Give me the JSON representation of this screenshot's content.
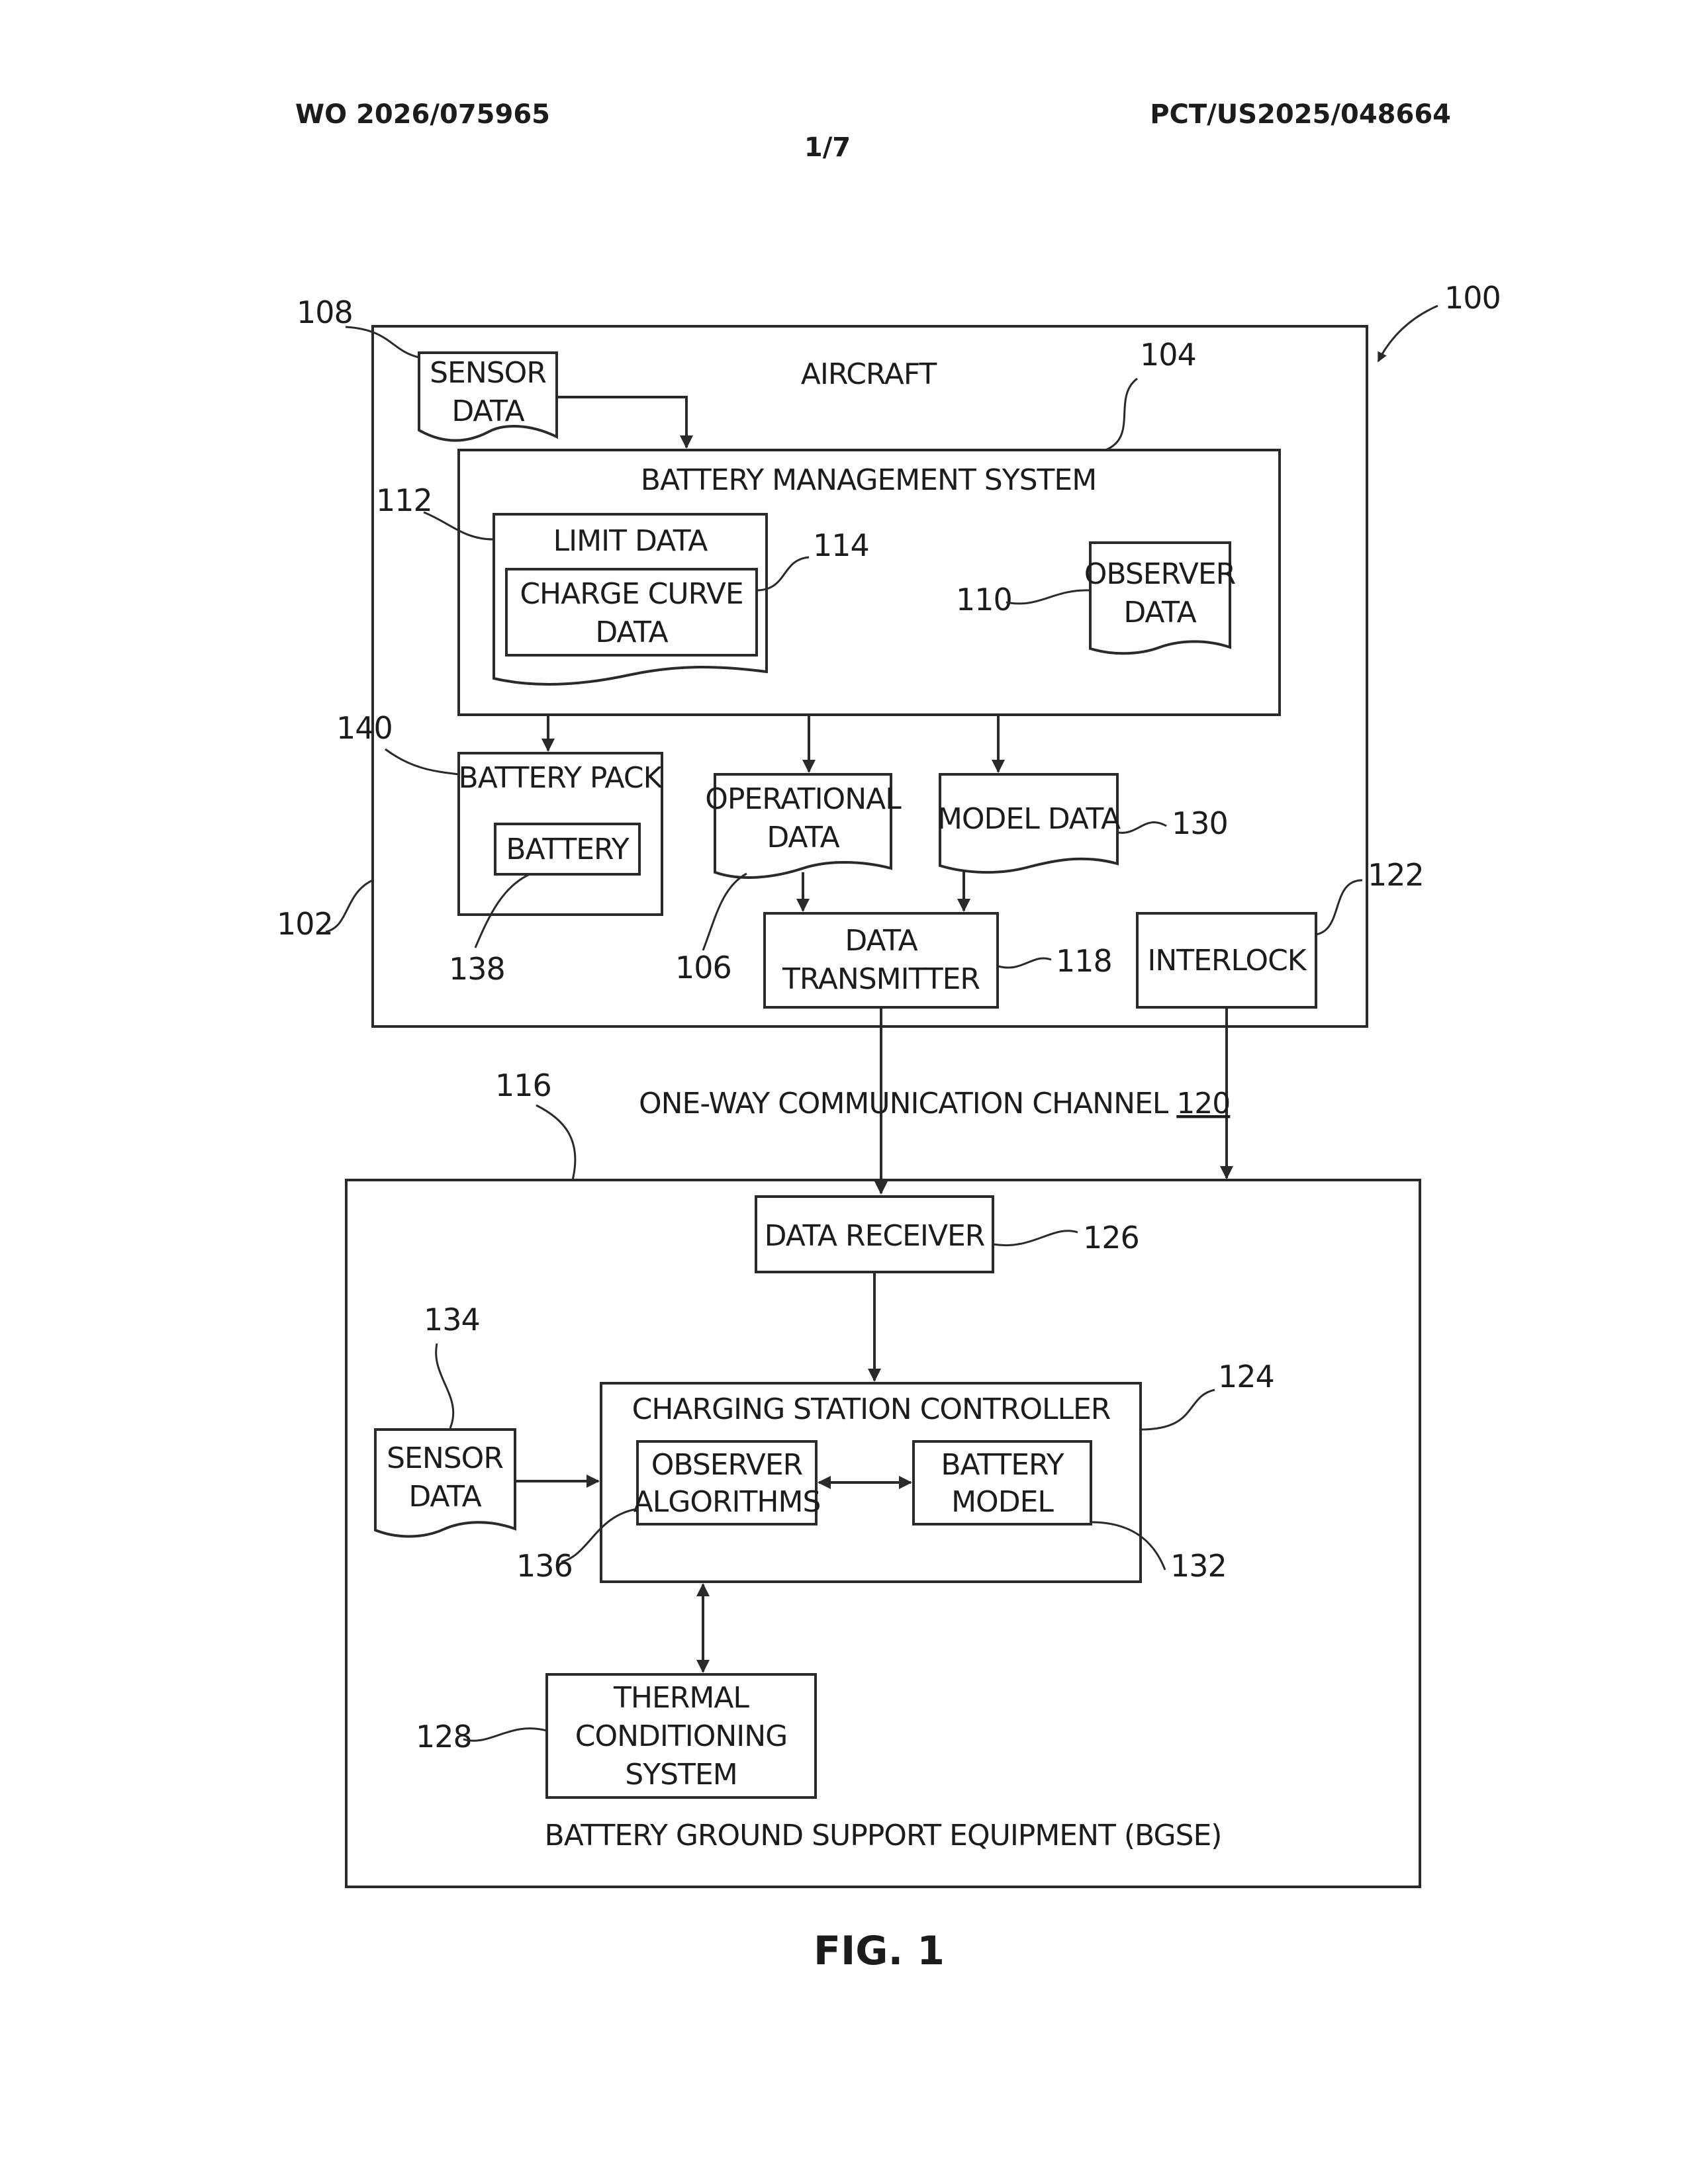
{
  "header": {
    "publication_number": "WO 2026/075965",
    "application_number": "PCT/US2025/048664",
    "sheet": "1/7"
  },
  "figure_label": "FIG. 1",
  "figure_ref": "100",
  "aircraft": {
    "title": "AIRCRAFT",
    "ref": "102",
    "sensor_data": {
      "line1": "SENSOR",
      "line2": "DATA",
      "ref": "108"
    },
    "bms": {
      "title": "BATTERY MANAGEMENT SYSTEM",
      "ref": "104",
      "limit_data": {
        "label": "LIMIT DATA",
        "ref": "112"
      },
      "charge_curve": {
        "line1": "CHARGE CURVE",
        "line2": "DATA",
        "ref": "114"
      },
      "observer_data": {
        "line1": "OBSERVER",
        "line2": "DATA",
        "ref": "110"
      }
    },
    "battery_pack": {
      "label": "BATTERY PACK",
      "ref": "140"
    },
    "battery": {
      "label": "BATTERY",
      "ref": "138"
    },
    "operational_data": {
      "line1": "OPERATIONAL",
      "line2": "DATA",
      "ref": "106"
    },
    "model_data": {
      "label": "MODEL DATA",
      "ref": "130"
    },
    "data_transmitter": {
      "line1": "DATA",
      "line2": "TRANSMITTER",
      "ref": "118"
    },
    "interlock": {
      "label": "INTERLOCK",
      "ref": "122"
    }
  },
  "channel": {
    "label": "ONE-WAY COMMUNICATION CHANNEL",
    "ref": "120"
  },
  "bgse": {
    "title": "BATTERY GROUND SUPPORT EQUIPMENT (BGSE)",
    "ref": "116",
    "data_receiver": {
      "label": "DATA RECEIVER",
      "ref": "126"
    },
    "controller": {
      "title": "CHARGING STATION CONTROLLER",
      "ref": "124"
    },
    "observer_algorithms": {
      "line1": "OBSERVER",
      "line2": "ALGORITHMS",
      "ref": "136"
    },
    "battery_model": {
      "line1": "BATTERY",
      "line2": "MODEL",
      "ref": "132"
    },
    "sensor_data": {
      "line1": "SENSOR",
      "line2": "DATA",
      "ref": "134"
    },
    "thermal": {
      "line1": "THERMAL",
      "line2": "CONDITIONING",
      "line3": "SYSTEM",
      "ref": "128"
    }
  }
}
